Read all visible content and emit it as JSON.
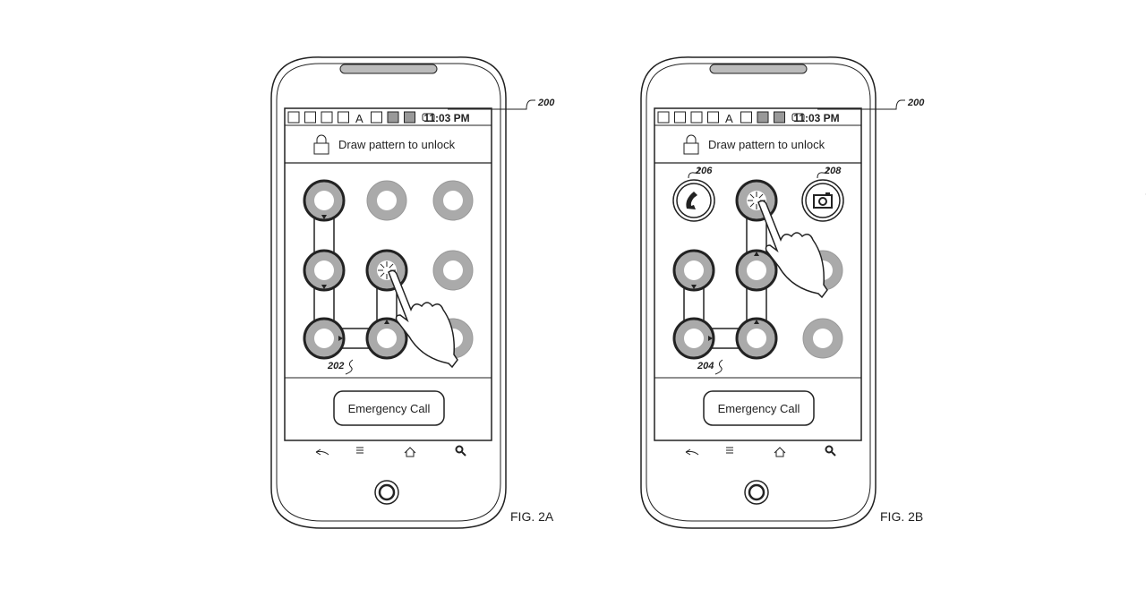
{
  "figures": [
    {
      "label": "FIG. 2A",
      "device_ref": "200",
      "status_time": "11:03 PM",
      "header_text": "Draw pattern to unlock",
      "emergency_button": "Emergency Call",
      "pattern_ref": "202",
      "pattern_visited": [
        [
          0,
          0
        ],
        [
          1,
          0
        ],
        [
          2,
          0
        ],
        [
          2,
          1
        ],
        [
          1,
          1
        ]
      ],
      "touched_dot": [
        1,
        1
      ],
      "special_dots": []
    },
    {
      "label": "FIG. 2B",
      "device_ref": "200",
      "status_time": "11:03 PM",
      "header_text": "Draw pattern to unlock",
      "emergency_button": "Emergency Call",
      "pattern_ref": "204",
      "pattern_visited": [
        [
          1,
          0
        ],
        [
          2,
          0
        ],
        [
          2,
          1
        ],
        [
          1,
          1
        ],
        [
          0,
          1
        ]
      ],
      "touched_dot": [
        0,
        1
      ],
      "special_dots": [
        {
          "row": 0,
          "col": 0,
          "icon": "phone-icon",
          "ref": "206"
        },
        {
          "row": 0,
          "col": 2,
          "icon": "camera-icon",
          "ref": "208"
        }
      ]
    }
  ],
  "status_icons": [
    "voicemail-icon",
    "calendar-icon",
    "mail-icon",
    "chat-icon",
    "font-icon",
    "wireless-icon",
    "sync-icon",
    "signal-icon",
    "battery-icon"
  ],
  "nav_icons": [
    "back-icon",
    "menu-icon",
    "home-icon",
    "search-icon"
  ]
}
